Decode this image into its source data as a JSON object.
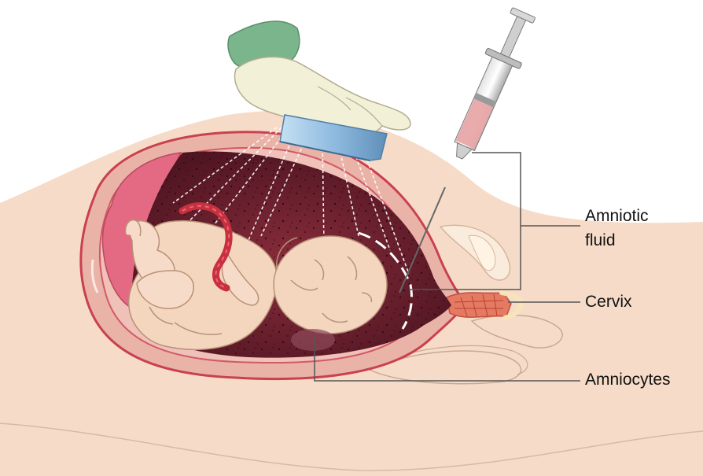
{
  "labels": {
    "amniotic_fluid_line1": "Amniotic",
    "amniotic_fluid_line2": "fluid",
    "cervix": "Cervix",
    "amniocytes": "Amniocytes"
  },
  "colors": {
    "skin": "#f6dcc8",
    "uterus_wall": "#e7a9a0",
    "uterus_inner": "#c74b57",
    "amniotic_cavity": "#6a1f2d",
    "fetus": "#f4d6bf",
    "placenta": "#e46a84",
    "umbilical_cord": "#c9303f",
    "glove": "#f3f0d8",
    "sleeve": "#7bb58c",
    "transducer": "#9dc5e2",
    "syringe_fluid": "#e9a7a9",
    "leader_line": "#555555"
  }
}
